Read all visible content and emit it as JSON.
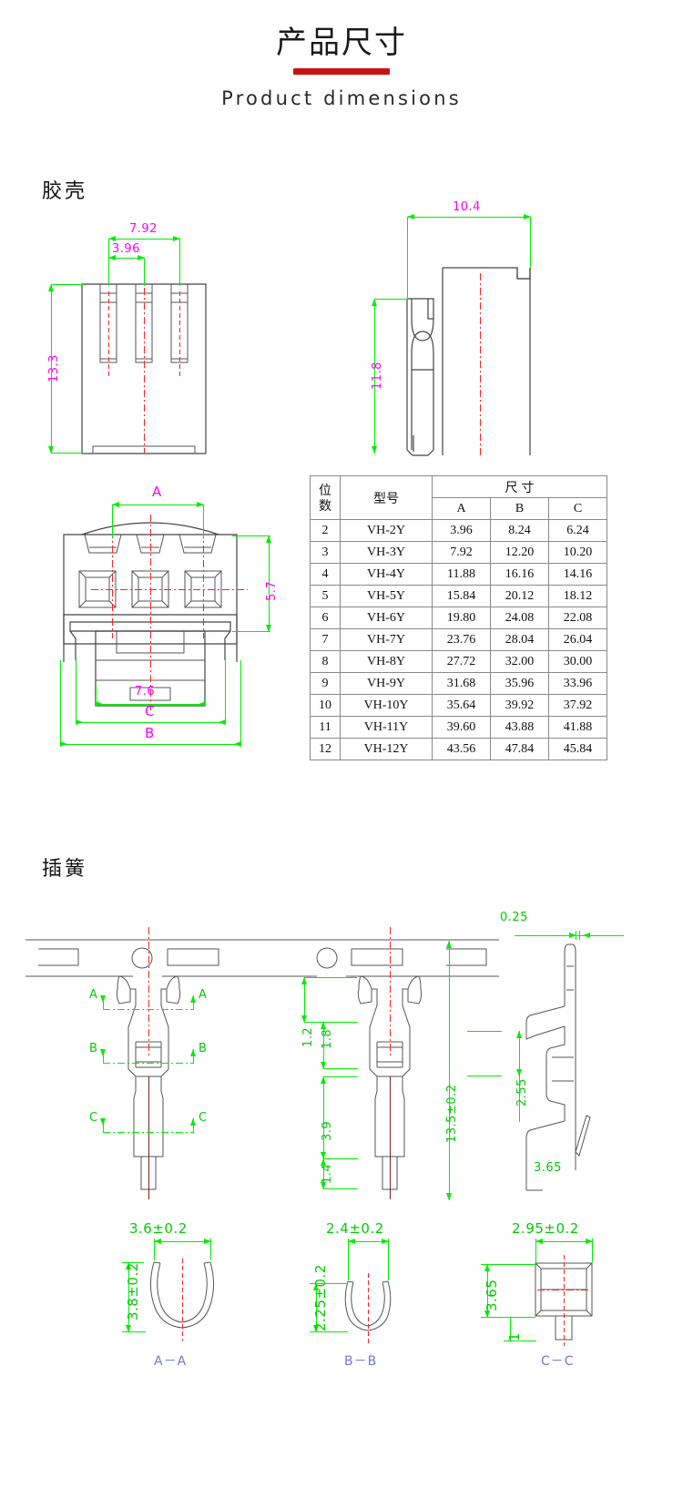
{
  "header": {
    "title_cn": "产品尺寸",
    "title_en": "Product dimensions",
    "accent_color": "#cc1111"
  },
  "sections": [
    {
      "id": "housing",
      "label_cn": "胶壳"
    },
    {
      "id": "contact",
      "label_cn": "插簧"
    }
  ],
  "housing": {
    "front_view": {
      "dims": [
        {
          "name": "pitch-total",
          "value": "7.92"
        },
        {
          "name": "pitch",
          "value": "3.96"
        },
        {
          "name": "height",
          "value": "13.3"
        }
      ]
    },
    "side_view": {
      "dims": [
        {
          "name": "depth",
          "value": "10.4"
        },
        {
          "name": "height",
          "value": "11.8"
        }
      ]
    },
    "top_view": {
      "dims": [
        {
          "name": "A",
          "value": "A"
        },
        {
          "name": "width-5-7",
          "value": "5.7"
        },
        {
          "name": "width-7-6",
          "value": "7.6"
        },
        {
          "name": "C",
          "value": "C"
        },
        {
          "name": "B",
          "value": "B"
        }
      ]
    }
  },
  "table": {
    "headers": {
      "pos_count": "位\n数",
      "pos_count_line1": "位",
      "pos_count_line2": "数",
      "model": "型号",
      "dimension_group": "尺  寸",
      "a": "A",
      "b": "B",
      "c": "C"
    },
    "rows": [
      {
        "pos": "2",
        "model": "VH-2Y",
        "a": "3.96",
        "b": "8.24",
        "c": "6.24"
      },
      {
        "pos": "3",
        "model": "VH-3Y",
        "a": "7.92",
        "b": "12.20",
        "c": "10.20"
      },
      {
        "pos": "4",
        "model": "VH-4Y",
        "a": "11.88",
        "b": "16.16",
        "c": "14.16"
      },
      {
        "pos": "5",
        "model": "VH-5Y",
        "a": "15.84",
        "b": "20.12",
        "c": "18.12"
      },
      {
        "pos": "6",
        "model": "VH-6Y",
        "a": "19.80",
        "b": "24.08",
        "c": "22.08"
      },
      {
        "pos": "7",
        "model": "VH-7Y",
        "a": "23.76",
        "b": "28.04",
        "c": "26.04"
      },
      {
        "pos": "8",
        "model": "VH-8Y",
        "a": "27.72",
        "b": "32.00",
        "c": "30.00"
      },
      {
        "pos": "9",
        "model": "VH-9Y",
        "a": "31.68",
        "b": "35.96",
        "c": "33.96"
      },
      {
        "pos": "10",
        "model": "VH-10Y",
        "a": "35.64",
        "b": "39.92",
        "c": "37.92"
      },
      {
        "pos": "11",
        "model": "VH-11Y",
        "a": "39.60",
        "b": "43.88",
        "c": "41.88"
      },
      {
        "pos": "12",
        "model": "VH-12Y",
        "a": "43.56",
        "b": "47.84",
        "c": "45.84"
      }
    ]
  },
  "contact": {
    "left_view": {
      "section_marks": [
        {
          "name": "A",
          "left": "A",
          "right": "A"
        },
        {
          "name": "B",
          "left": "B",
          "right": "B"
        },
        {
          "name": "C",
          "left": "C",
          "right": "C"
        }
      ]
    },
    "middle_view": {
      "dims": [
        {
          "name": "d1",
          "value": "1.2"
        },
        {
          "name": "d2",
          "value": "1.8"
        },
        {
          "name": "d3",
          "value": "3.9"
        },
        {
          "name": "d4",
          "value": "1.4"
        },
        {
          "name": "total",
          "value": "13.5±0.2"
        }
      ]
    },
    "right_view": {
      "dims": [
        {
          "name": "thickness",
          "value": "0.25"
        },
        {
          "name": "height",
          "value": "2.55"
        },
        {
          "name": "width",
          "value": "3.65"
        }
      ]
    },
    "sections": [
      {
        "name": "A-A",
        "label": "A－A",
        "width": "3.6±0.2",
        "height": "3.8±0.2"
      },
      {
        "name": "B-B",
        "label": "B－B",
        "width": "2.4±0.2",
        "height": "2.25±0.2"
      },
      {
        "name": "C-C",
        "label": "C－C",
        "width": "2.95±0.2",
        "height": "3.65",
        "height2": "1"
      }
    ]
  },
  "colors": {
    "dimension_line": "#00ee00",
    "dimension_text_top": "#ff00ff",
    "dimension_text_bottom": "#00cc00",
    "centerline": "#ff2020",
    "outline": "#555555",
    "section_label": "#7777cc"
  }
}
